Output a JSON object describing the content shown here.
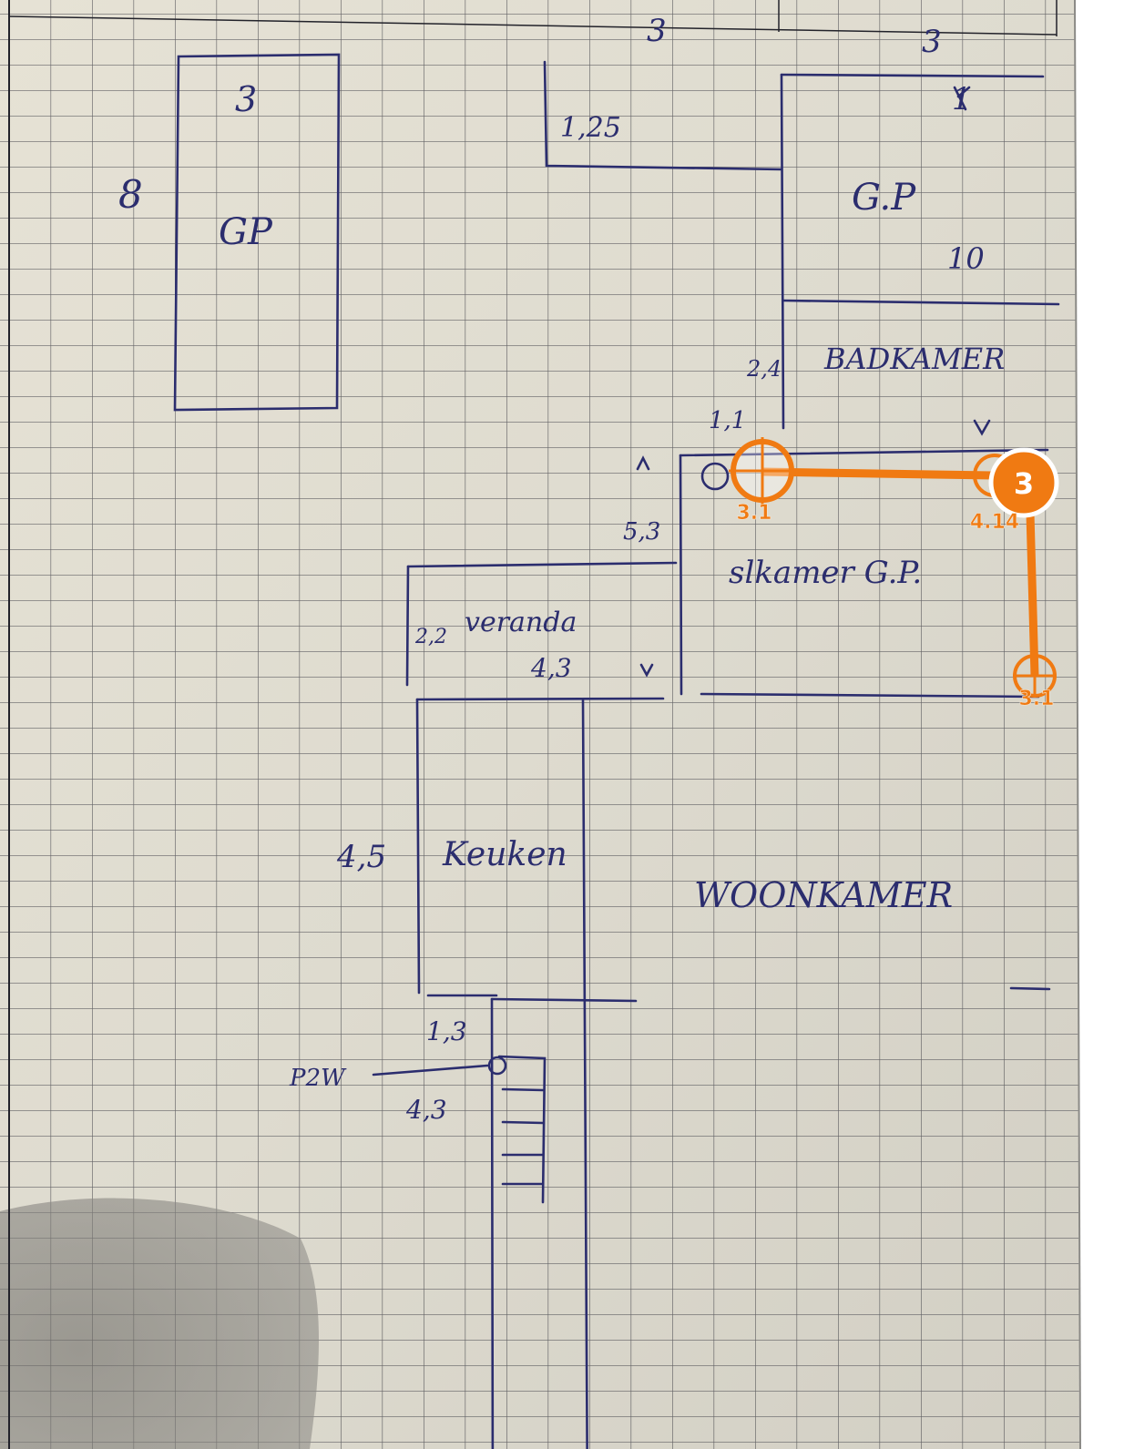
{
  "sketch_labels": {
    "top_3a": "3",
    "top_3b": "3",
    "gp_left_3": "3",
    "gp_left_8": "8",
    "gp_left": "GP",
    "label_125": "1,25",
    "gp_right_1": "1",
    "gp_right": "G.P",
    "gp_right_10": "10",
    "bad_24": "2,4",
    "badkamer": "BADKAMER",
    "label_11": "1,1",
    "label_53": "5,3",
    "slaapkamer": "slkamer G.P.",
    "veranda": "veranda",
    "label_22": "2,2",
    "label_43": "4,3",
    "label_45": "4,5",
    "keuken": "Keuken",
    "woonkamer": "WOONKAMER",
    "label_13": "1,3",
    "p2w": "P2W",
    "label_43b": "4,3"
  },
  "overlay": {
    "color": "#f07a12",
    "badge": "3",
    "marker_a": "3.1",
    "marker_b": "4.14",
    "marker_c": "3.1"
  }
}
